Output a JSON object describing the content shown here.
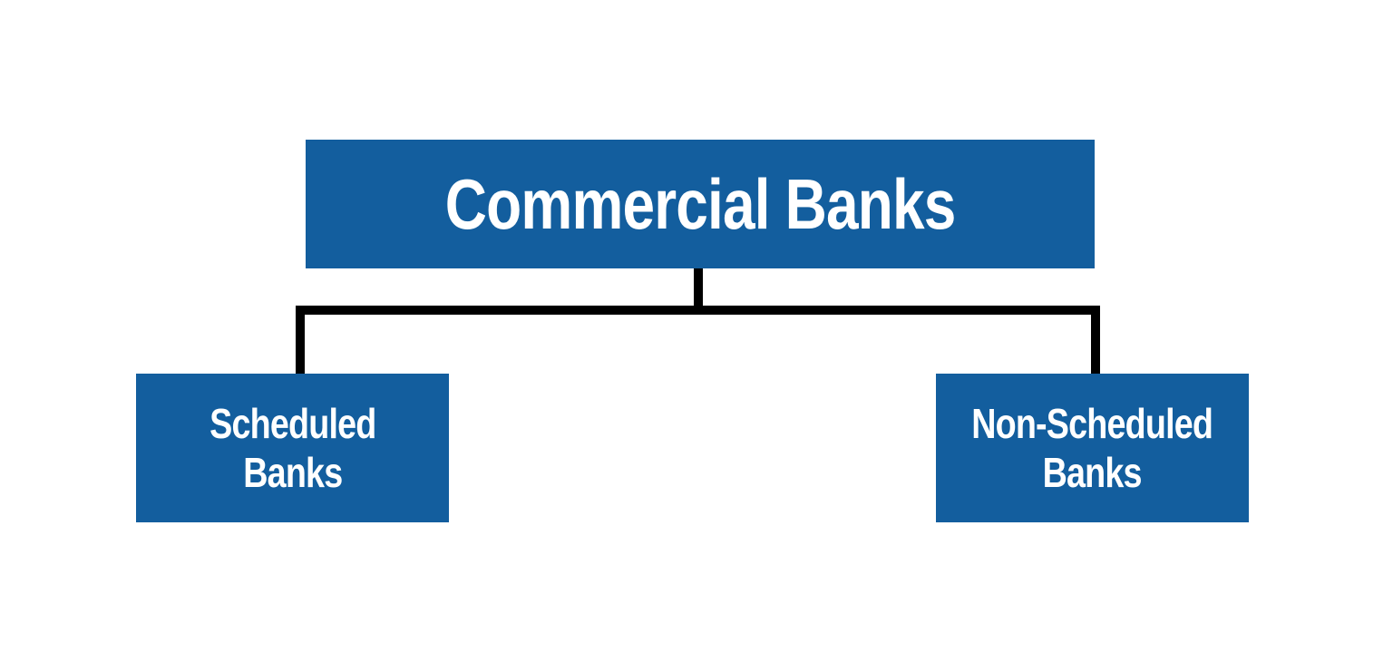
{
  "diagram": {
    "type": "hierarchy",
    "root": {
      "label": "Commercial Banks"
    },
    "children": [
      {
        "label": "Scheduled Banks",
        "line1": "Scheduled",
        "line2": "Banks"
      },
      {
        "label": "Non-Scheduled Banks",
        "line1": "Non-Scheduled",
        "line2": "Banks"
      }
    ]
  },
  "colors": {
    "node_fill": "#135E9E",
    "node_text": "#FFFFFF",
    "connector": "#000000",
    "background": "#FFFFFF"
  }
}
